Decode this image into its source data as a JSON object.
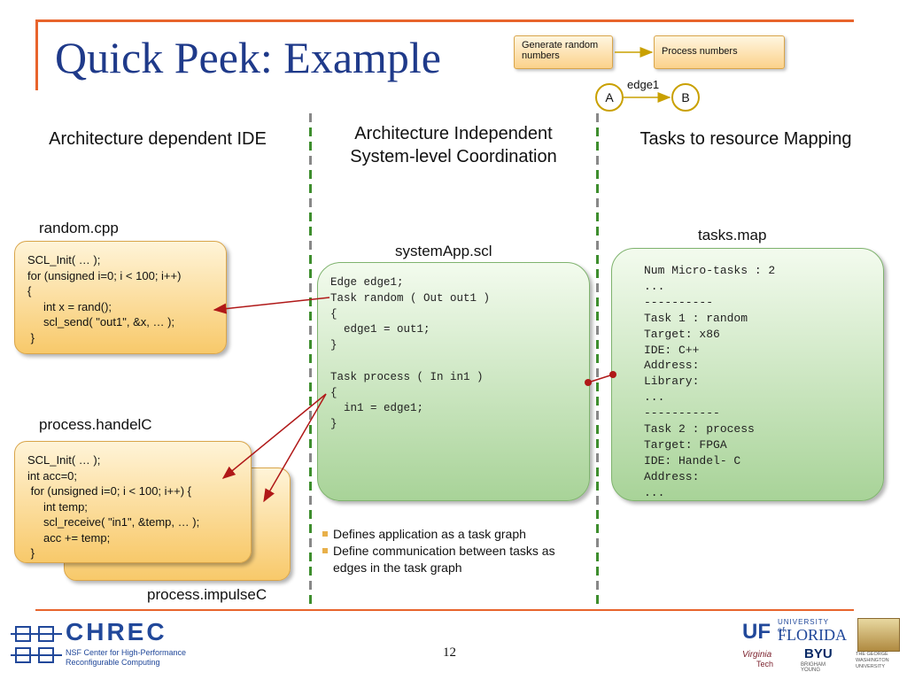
{
  "slide": {
    "title": "Quick Peek: Example",
    "page_number": "12"
  },
  "task_graph": {
    "box_generate": "Generate random numbers",
    "box_process": "Process numbers",
    "node_a": "A",
    "node_b": "B",
    "edge_label": "edge1"
  },
  "columns": {
    "left_heading": "Architecture dependent IDE",
    "middle_heading_line1": "Architecture Independent",
    "middle_heading_line2": "System-level Coordination",
    "right_heading": "Tasks to resource Mapping"
  },
  "files": {
    "random_cpp": {
      "label": "random.cpp",
      "code": "SCL_Init( … );\nfor (unsigned i=0; i < 100; i++)\n{\n     int x = rand();\n     scl_send( \"out1\", &x, … );\n }"
    },
    "process_handelc": {
      "label": "process.handelC",
      "code": "SCL_Init( … );\nint acc=0;\n for (unsigned i=0; i < 100; i++) {\n     int temp;\n     scl_receive( \"in1\", &temp, … );\n     acc += temp;\n }"
    },
    "process_impulsec": {
      "label": "process.impulseC"
    },
    "system_app_scl": {
      "label": "systemApp.scl",
      "code": "Edge edge1;\nTask random ( Out out1 )\n{\n  edge1 = out1;\n}\n\nTask process ( In in1 )\n{\n  in1 = edge1;\n}"
    },
    "tasks_map": {
      "label": "tasks.map",
      "code": "Num Micro-tasks : 2\n...\n----------\nTask 1 : random\nTarget: x86\nIDE: C++\nAddress:\nLibrary:\n...\n-----------\nTask 2 : process\nTarget: FPGA\nIDE: Handel- C\nAddress:\n..."
    }
  },
  "bullets": [
    "Defines application as a task graph",
    "Define communication between tasks as edges in the task graph"
  ],
  "footer": {
    "chrec_name": "CHREC",
    "chrec_sub_line1": "NSF Center for High-Performance",
    "chrec_sub_line2": "Reconfigurable Computing",
    "uf_top": "UNIVERSITY of",
    "uf_main": "FLORIDA",
    "uf_mark": "UF",
    "vt_line1": "Virginia",
    "vt_line2": "Tech",
    "byu_mark": "BYU",
    "byu_name": "BRIGHAM YOUNG",
    "gw_line1": "THE GEORGE",
    "gw_line2": "WASHINGTON",
    "gw_line3": "UNIVERSITY"
  },
  "colors": {
    "accent": "#e8642c",
    "title": "#1f3a8a",
    "arrow": "#b01818",
    "divider_green": "#3e8e2e",
    "divider_grey": "#888888"
  }
}
